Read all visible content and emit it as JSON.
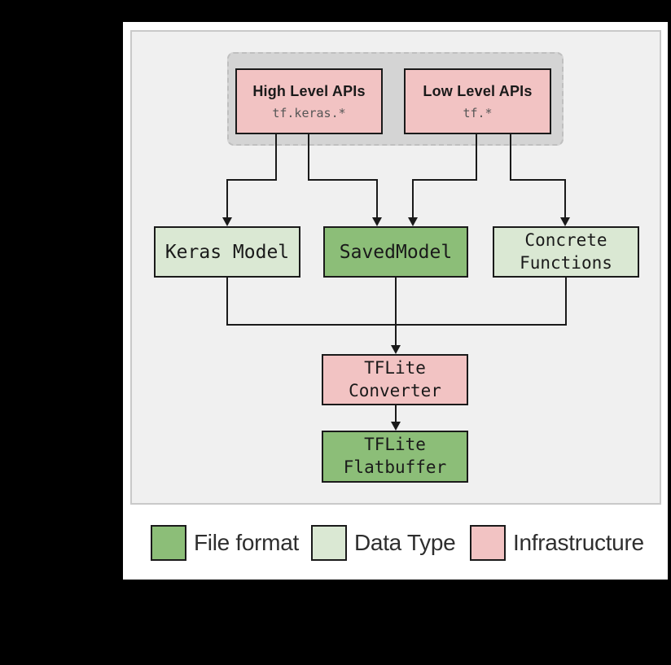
{
  "colors": {
    "background": "#000000",
    "page": "#FFFFFF",
    "panel": "#F0F0F0",
    "panel_border": "#C9C9C9",
    "api_container": "#D4D4D4",
    "api_container_border": "#BFBFBF",
    "infrastructure_pink": "#F2C3C3",
    "file_format_green": "#8CBE78",
    "data_type_green": "#DAE8D3",
    "line": "#1A1A1A",
    "subtitle_text": "#565656",
    "legend_text": "#2E2E2E"
  },
  "diagram": {
    "api_boxes": [
      {
        "title": "High Level APIs",
        "subtitle": "tf.keras.*"
      },
      {
        "title": "Low Level APIs",
        "subtitle": "tf.*"
      }
    ],
    "nodes": {
      "keras_model": {
        "label": "Keras Model"
      },
      "saved_model": {
        "label": "SavedModel"
      },
      "concrete_functions": {
        "line1": "Concrete",
        "line2": "Functions"
      },
      "tflite_converter": {
        "line1": "TFLite",
        "line2": "Converter"
      },
      "tflite_flatbuffer": {
        "line1": "TFLite",
        "line2": "Flatbuffer"
      }
    }
  },
  "legend": {
    "items": [
      {
        "label": "File format",
        "color": "#8CBE78"
      },
      {
        "label": "Data Type",
        "color": "#DAE8D3"
      },
      {
        "label": "Infrastructure",
        "color": "#F2C3C3"
      }
    ]
  }
}
